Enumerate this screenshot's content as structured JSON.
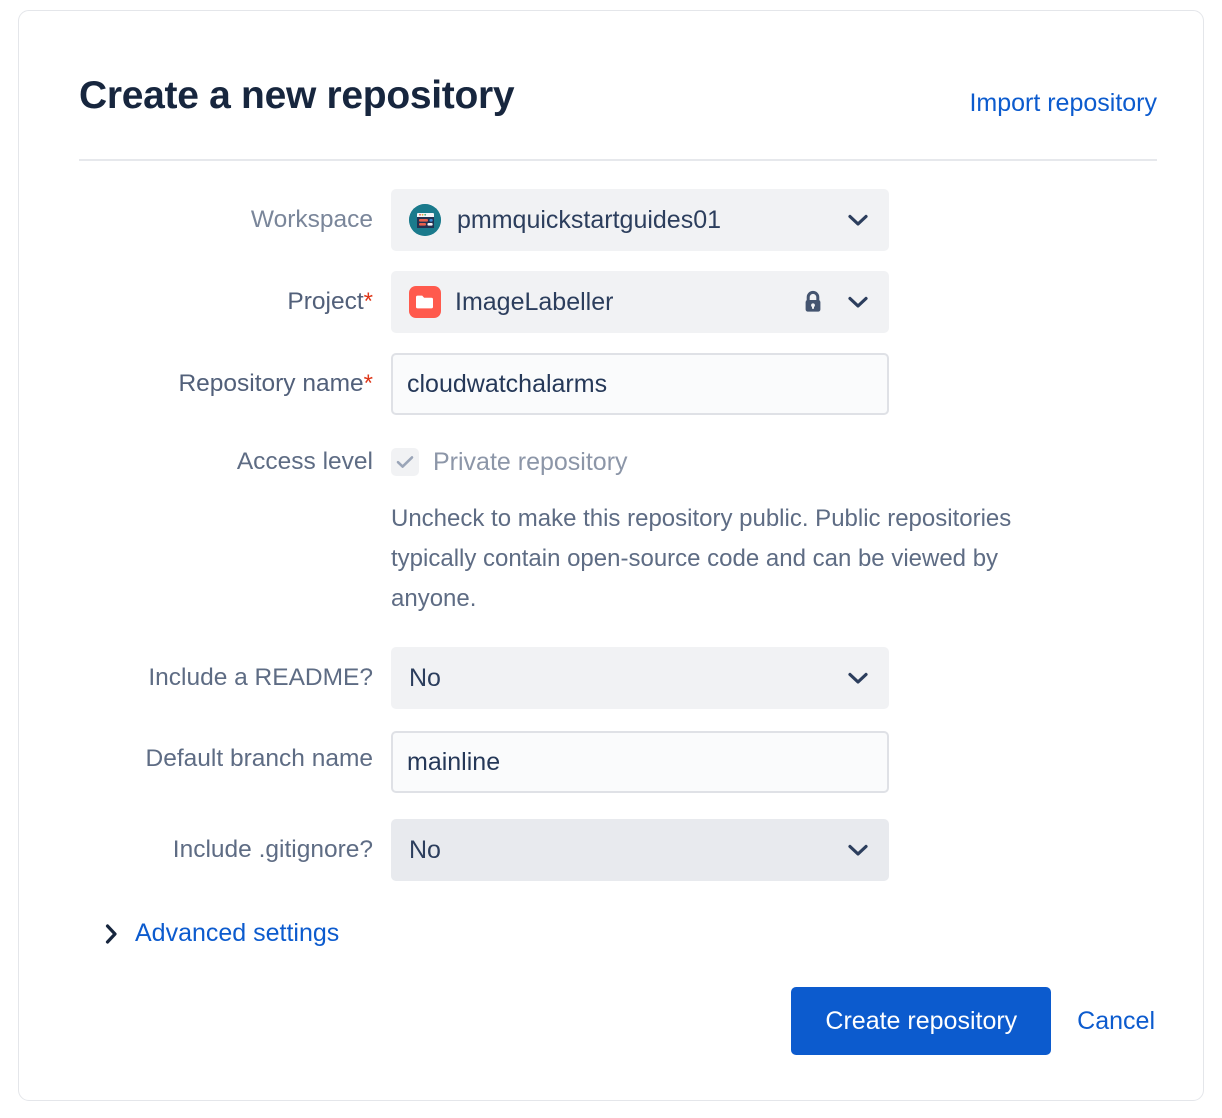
{
  "dialog": {
    "title": "Create a new repository",
    "import_link": "Import repository"
  },
  "form": {
    "workspace": {
      "label": "Workspace",
      "value": "pmmquickstartguides01",
      "avatar_icon": "workspace-avatar-icon",
      "chevron_icon": "chevron-down-icon"
    },
    "project": {
      "label": "Project",
      "required_marker": "*",
      "value": "ImageLabeller",
      "avatar_icon": "project-folder-icon",
      "lock_icon": "lock-icon",
      "chevron_icon": "chevron-down-icon"
    },
    "repository_name": {
      "label": "Repository name",
      "required_marker": "*",
      "value": "cloudwatchalarms",
      "placeholder": ""
    },
    "access_level": {
      "label": "Access level",
      "checkbox_label": "Private repository",
      "checked": true,
      "disabled": true,
      "check_icon": "check-icon",
      "help_text": "Uncheck to make this repository public. Public repositories typically contain open-source code and can be viewed by anyone."
    },
    "include_readme": {
      "label": "Include a README?",
      "value": "No",
      "chevron_icon": "chevron-down-icon"
    },
    "default_branch": {
      "label": "Default branch name",
      "value": "mainline",
      "placeholder": ""
    },
    "include_gitignore": {
      "label": "Include .gitignore?",
      "value": "No",
      "chevron_icon": "chevron-down-icon"
    },
    "advanced_settings": {
      "label": "Advanced settings",
      "chevron_icon": "chevron-right-icon",
      "expanded": false
    }
  },
  "footer": {
    "submit_label": "Create repository",
    "cancel_label": "Cancel"
  },
  "colors": {
    "accent_blue": "#0C5BCE",
    "title_navy": "#17263E",
    "label_gray": "#7A869A",
    "field_gray": "#F1F2F4",
    "field_gray_hover": "#E8EAEE",
    "required_red": "#DE3618",
    "project_icon_red": "#FF5A4D",
    "workspace_icon_teal": "#1A7A8C",
    "card_border": "#E4E6EA"
  }
}
